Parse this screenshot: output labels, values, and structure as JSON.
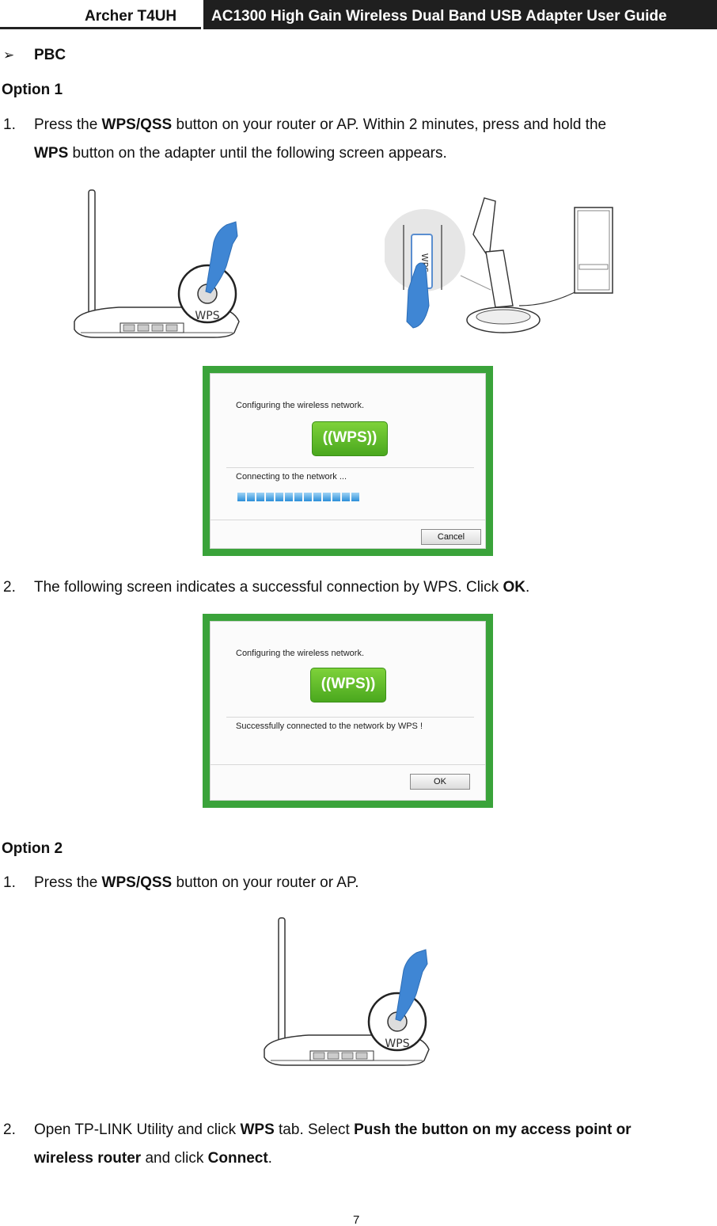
{
  "header": {
    "product": "Archer T4UH",
    "guide_title": "AC1300 High Gain Wireless Dual Band USB Adapter User Guide"
  },
  "section": {
    "bullet": "➢",
    "title": "PBC"
  },
  "option1": {
    "heading": "Option 1",
    "step1": {
      "num": "1.",
      "a": "Press the ",
      "b": "WPS/QSS",
      "c": " button on your router or AP. Within 2 minutes, press and hold the",
      "d": "WPS",
      "e": " button on the adapter until the following screen appears."
    },
    "step2": {
      "num": "2.",
      "a": "The following screen indicates a successful connection by WPS. Click ",
      "b": "OK",
      "c": "."
    }
  },
  "illustration": {
    "wps_label": "WPS"
  },
  "dialog1": {
    "title": "Configuring the wireless network.",
    "badge": "((WPS))",
    "status": "Connecting to the network ...",
    "progress": 0.95,
    "button": "Cancel"
  },
  "dialog2": {
    "title": "Configuring the wireless network.",
    "badge": "((WPS))",
    "status": "Successfully connected to the network by WPS !",
    "button": "OK"
  },
  "option2": {
    "heading": "Option 2",
    "step1": {
      "num": "1.",
      "a": "Press the ",
      "b": "WPS/QSS",
      "c": " button on your router or AP."
    },
    "step2": {
      "num": "2.",
      "a": "Open TP-LINK Utility and click ",
      "b": "WPS",
      "c": " tab. Select ",
      "d": "Push the button on my access point or",
      "e": "wireless router",
      "f": " and click ",
      "g": "Connect",
      "h": "."
    }
  },
  "page_number": "7"
}
